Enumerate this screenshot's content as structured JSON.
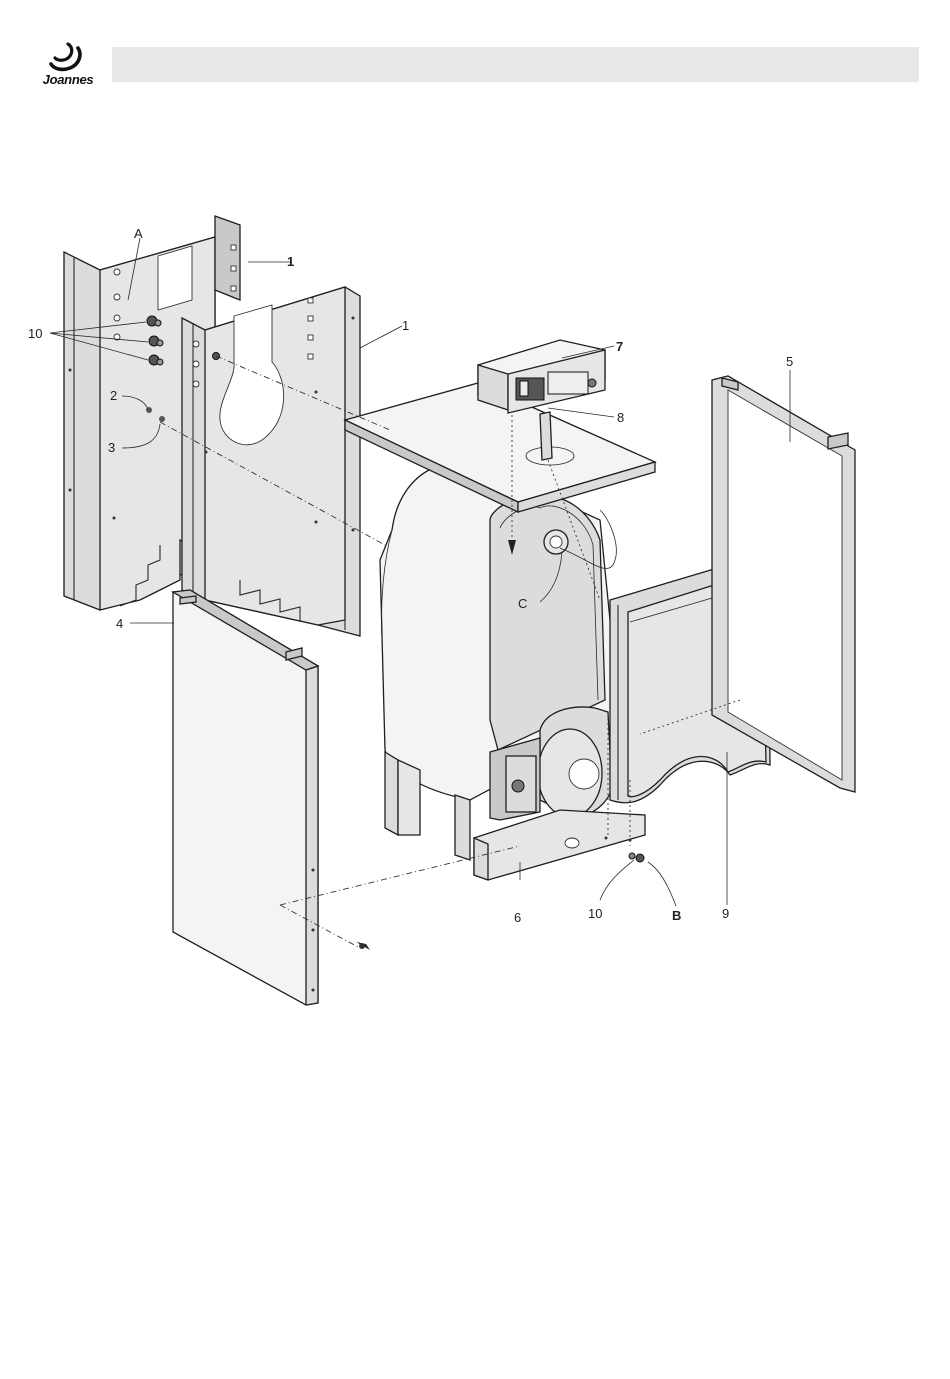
{
  "brand": {
    "name": "Joannes"
  },
  "diagram": {
    "callouts": [
      {
        "id": "A-top",
        "text": "A"
      },
      {
        "id": "1-back",
        "text": "1"
      },
      {
        "id": "1-front",
        "text": "1"
      },
      {
        "id": "10-left",
        "text": "10"
      },
      {
        "id": "2",
        "text": "2"
      },
      {
        "id": "3",
        "text": "3"
      },
      {
        "id": "7",
        "text": "7"
      },
      {
        "id": "8",
        "text": "8"
      },
      {
        "id": "5",
        "text": "5"
      },
      {
        "id": "4",
        "text": "4"
      },
      {
        "id": "C",
        "text": "C"
      },
      {
        "id": "6",
        "text": "6"
      },
      {
        "id": "10-bottom",
        "text": "10"
      },
      {
        "id": "B",
        "text": "B"
      },
      {
        "id": "9",
        "text": "9"
      }
    ]
  },
  "colors": {
    "header_bar": "#e8e8e8",
    "panel_fill": "#dcdcdc",
    "line": "#1f1f1f"
  }
}
